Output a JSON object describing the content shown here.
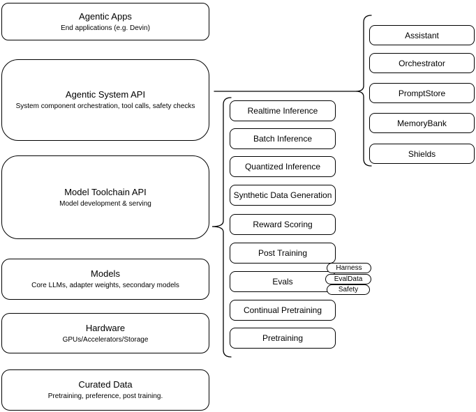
{
  "colors": {
    "stroke": "#000000",
    "background": "#ffffff",
    "text": "#000000"
  },
  "left_stack": [
    {
      "title": "Agentic Apps",
      "subtitle": "End applications (e.g. Devin)"
    },
    {
      "title": "Agentic System API",
      "subtitle": "System component orchestration, tool calls, safety checks"
    },
    {
      "title": "Model Toolchain API",
      "subtitle": "Model development & serving"
    },
    {
      "title": "Models",
      "subtitle": "Core LLMs, adapter weights, secondary models"
    },
    {
      "title": "Hardware",
      "subtitle": "GPUs/Accelerators/Storage"
    },
    {
      "title": "Curated Data",
      "subtitle": "Pretraining, preference, post training."
    }
  ],
  "toolchain_stack": [
    "Realtime Inference",
    "Batch Inference",
    "Quantized Inference",
    "Synthetic Data Generation",
    "Reward Scoring",
    "Post Training",
    "Evals",
    "Continual Pretraining",
    "Pretraining"
  ],
  "evals_tags": [
    "Harness",
    "EvalData",
    "Safety"
  ],
  "system_components": [
    "Assistant",
    "Orchestrator",
    "PromptStore",
    "MemoryBank",
    "Shields"
  ]
}
